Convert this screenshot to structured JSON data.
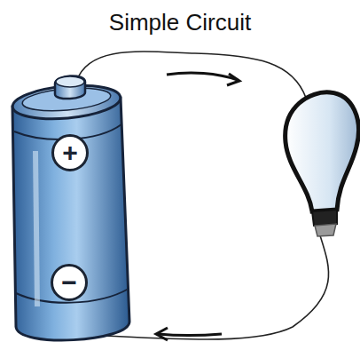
{
  "diagram": {
    "title": "Simple Circuit",
    "nodes": [
      {
        "text": [
          "+"
        ]
      },
      {
        "text": [
          "−"
        ]
      }
    ]
  }
}
